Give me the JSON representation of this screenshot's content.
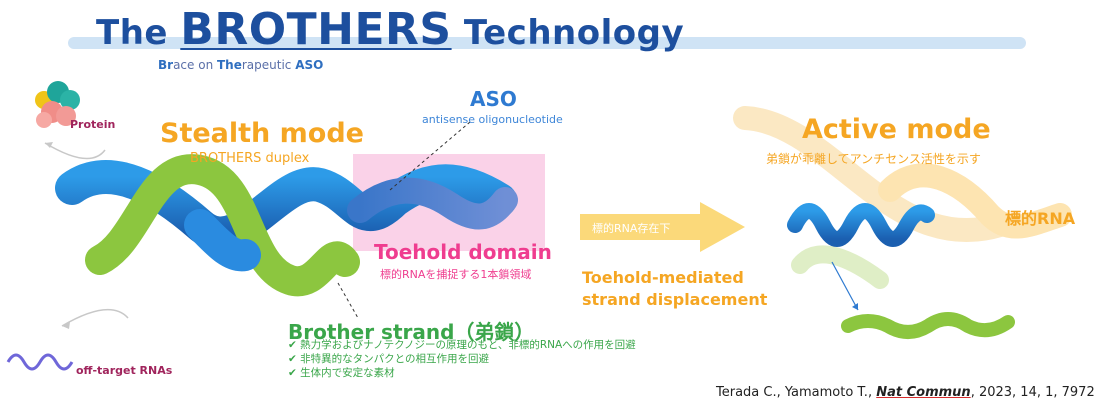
{
  "title": {
    "prefix": "The ",
    "main": "BROTHERS",
    "suffix": " Technology"
  },
  "subtitle": {
    "b1": "Br",
    "t1": "ace on ",
    "b2": "The",
    "t2": "rapeutic ",
    "b3": "ASO",
    "t3": ""
  },
  "stealth": {
    "title": "Stealth mode",
    "subtitle": "BROTHERS duplex"
  },
  "aso": {
    "title": "ASO",
    "subtitle": "antisense oligonucleotide"
  },
  "toehold": {
    "title": "Toehold domain",
    "subtitle": "標的RNAを捕捉する1本鎖領域",
    "mechanism_line1": "Toehold-mediated",
    "mechanism_line2": "strand displacement"
  },
  "arrow": {
    "label": "標的RNA存在下"
  },
  "active": {
    "title": "Active mode",
    "subtitle": "弟鎖が乖離してアンチセンス活性を示す",
    "target_label": "標的RNA"
  },
  "brother": {
    "title": "Brother strand（弟鎖）",
    "bullets": [
      "✔ 熱力学およびナノテクノジーの原理のもと、非標的RNAへの作用を回避",
      "✔ 非特異的なタンパクとの相互作用を回避",
      "✔ 生体内で安定な素材"
    ]
  },
  "protein_label": "Protein",
  "offtarget_label": "off-target RNAs",
  "citation": {
    "authors": "Terada C., Yamamoto T., ",
    "journal": "Nat Commun",
    "rest": ", 2023, 14, 1, 7972"
  },
  "colors": {
    "aso_blue": "#1f7fd3",
    "brother_green": "#8cc63f",
    "accent_orange": "#f5a623",
    "toehold_pink": "#ef3d8f",
    "title_navy": "#1d4f9e"
  },
  "icons": [
    "protein-icon",
    "off-target-rna-icon",
    "arrow-right-icon"
  ]
}
